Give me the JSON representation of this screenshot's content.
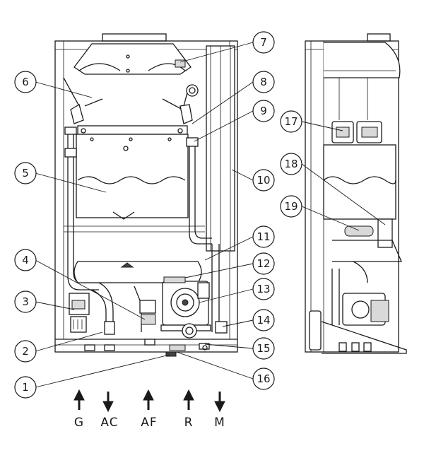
{
  "callouts": [
    {
      "id": "1",
      "label": "1"
    },
    {
      "id": "2",
      "label": "2"
    },
    {
      "id": "3",
      "label": "3"
    },
    {
      "id": "4",
      "label": "4"
    },
    {
      "id": "5",
      "label": "5"
    },
    {
      "id": "6",
      "label": "6"
    },
    {
      "id": "7",
      "label": "7"
    },
    {
      "id": "8",
      "label": "8"
    },
    {
      "id": "9",
      "label": "9"
    },
    {
      "id": "10",
      "label": "10"
    },
    {
      "id": "11",
      "label": "11"
    },
    {
      "id": "12",
      "label": "12"
    },
    {
      "id": "13",
      "label": "13"
    },
    {
      "id": "14",
      "label": "14"
    },
    {
      "id": "15",
      "label": "15"
    },
    {
      "id": "16",
      "label": "16"
    },
    {
      "id": "17",
      "label": "17"
    },
    {
      "id": "18",
      "label": "18"
    },
    {
      "id": "19",
      "label": "19"
    }
  ],
  "connections": [
    {
      "id": "G",
      "label": "G",
      "direction": "up"
    },
    {
      "id": "AC",
      "label": "AC",
      "direction": "down"
    },
    {
      "id": "AF",
      "label": "AF",
      "direction": "up"
    },
    {
      "id": "R",
      "label": "R",
      "direction": "up"
    },
    {
      "id": "M",
      "label": "M",
      "direction": "down"
    }
  ]
}
